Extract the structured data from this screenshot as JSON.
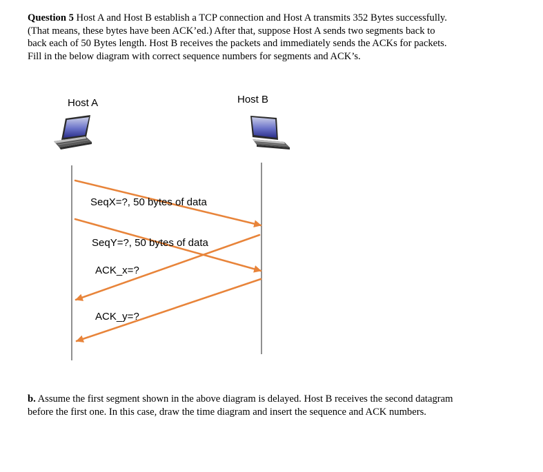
{
  "question": {
    "label": "Question 5",
    "lines": [
      " Host A and Host B establish a TCP connection and Host A transmits 352 Bytes successfully.",
      "(That means, these bytes have been ACK’ed.) After that, suppose Host A sends two segments back to",
      "back each of 50 Bytes length. Host B receives the packets and immediately sends the ACKs for packets.",
      "Fill in the below diagram with correct sequence numbers for segments and ACK’s."
    ]
  },
  "diagram": {
    "host_a": "Host A",
    "host_b": "Host B",
    "messages": {
      "seg1": "SeqX=?, 50 bytes of data",
      "seg2": "SeqY=?, 50 bytes of data",
      "ack1": "ACK_x=?",
      "ack2": "ACK_y=?"
    },
    "arrow_color": "#E8843A"
  },
  "part_b": {
    "label": "b.",
    "lines": [
      " Assume the first segment shown in the above diagram is delayed. Host B receives the second datagram",
      "before the first one. In this case, draw the time diagram and insert the sequence and ACK numbers."
    ]
  }
}
